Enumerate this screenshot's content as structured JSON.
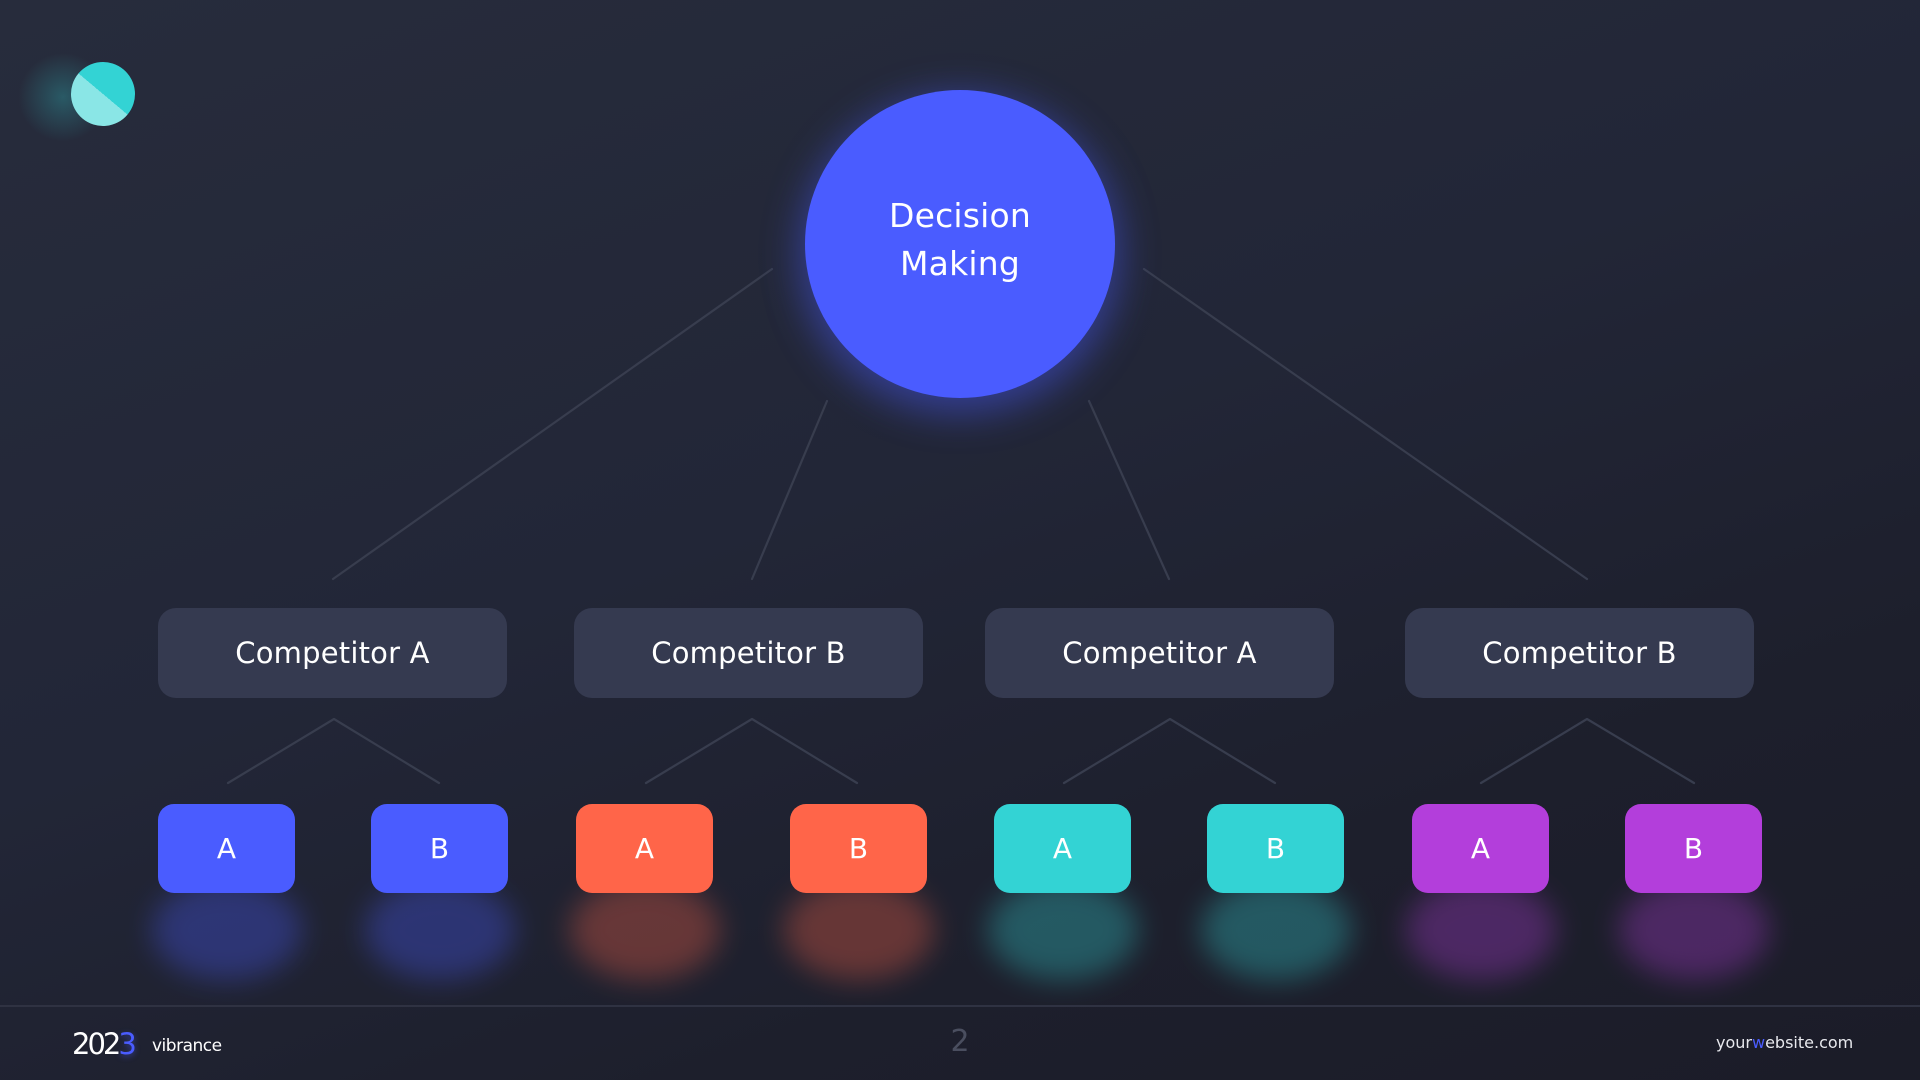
{
  "colors": {
    "background_start": "#272c3c",
    "background_end": "#1b1c28",
    "hub": "#4a5cff",
    "competitor_box": "#353a50",
    "connector": "#383d4e",
    "logo_light": "#8ae6e6",
    "logo_dark": "#33d3d4",
    "accent": "#4a5cff"
  },
  "logo": {
    "icon": "split-circle-logo-icon"
  },
  "hub": {
    "line1": "Decision",
    "line2": "Making"
  },
  "competitors": [
    {
      "label": "Competitor A",
      "options": [
        {
          "label": "A",
          "color": "#4a5cff"
        },
        {
          "label": "B",
          "color": "#4a5cff"
        }
      ]
    },
    {
      "label": "Competitor B",
      "options": [
        {
          "label": "A",
          "color": "#ff6549"
        },
        {
          "label": "B",
          "color": "#ff6549"
        }
      ]
    },
    {
      "label": "Competitor A",
      "options": [
        {
          "label": "A",
          "color": "#33d3d4"
        },
        {
          "label": "B",
          "color": "#33d3d4"
        }
      ]
    },
    {
      "label": "Competitor B",
      "options": [
        {
          "label": "A",
          "color": "#b33edb"
        },
        {
          "label": "B",
          "color": "#b33edb"
        }
      ]
    }
  ],
  "footer": {
    "year_main": "202",
    "year_accent": "3",
    "brand": "vibrance",
    "page_number": "2",
    "website_prefix": "your",
    "website_accent": "w",
    "website_suffix": "ebsite.com"
  }
}
